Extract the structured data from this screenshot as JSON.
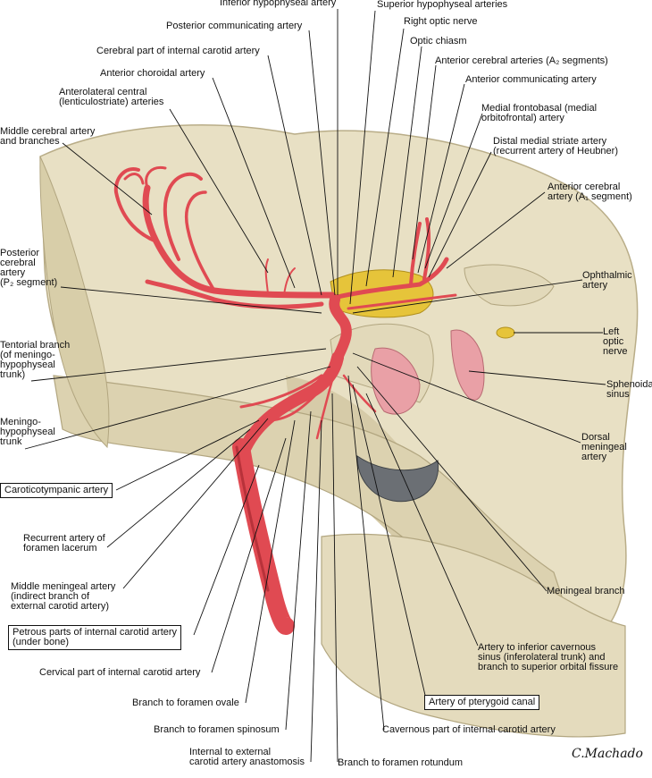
{
  "labels": {
    "inferior_hypophyseal": "Inferior hypophyseal artery",
    "superior_hypophyseal": "Superior hypophyseal arteries",
    "posterior_communicating": "Posterior communicating artery",
    "right_optic_nerve": "Right optic nerve",
    "optic_chiasm": "Optic chiasm",
    "cerebral_part_ica": "Cerebral part of internal carotid artery",
    "anterior_cerebral_a2": "Anterior cerebral arteries (A₂ segments)",
    "anterior_choroidal": "Anterior choroidal artery",
    "anterior_communicating": "Anterior communicating artery",
    "anterolateral_central": [
      "Anterolateral central",
      "(lenticulostriate) arteries"
    ],
    "medial_frontobasal": [
      "Medial frontobasal (medial",
      "orbitofrontal) artery"
    ],
    "middle_cerebral": [
      "Middle cerebral artery",
      "and branches"
    ],
    "distal_medial_striate": [
      "Distal medial striate artery",
      "(recurrent artery of Heubner)"
    ],
    "anterior_cerebral_a1": [
      "Anterior cerebral",
      "artery (A₁ segment)"
    ],
    "posterior_cerebral": [
      "Posterior",
      "cerebral",
      "artery",
      "(P₂ segment)"
    ],
    "ophthalmic": [
      "Ophthalmic",
      "artery"
    ],
    "left_optic_nerve": [
      "Left",
      "optic",
      "nerve"
    ],
    "tentorial_branch": [
      "Tentorial branch",
      "(of meningo-",
      "hypophyseal",
      "trunk)"
    ],
    "sphenoidal_sinus": [
      "Sphenoidal",
      "sinus"
    ],
    "meningohypophyseal": [
      "Meningo-",
      "hypophyseal",
      "trunk"
    ],
    "dorsal_meningeal": [
      "Dorsal",
      "meningeal",
      "artery"
    ],
    "caroticotympanic": "Caroticotympanic artery",
    "recurrent_foramen_lacerum": [
      "Recurrent artery of",
      "foramen lacerum"
    ],
    "meningeal_branch": "Meningeal branch",
    "middle_meningeal": [
      "Middle meningeal artery",
      "(indirect branch of",
      "external carotid artery)"
    ],
    "petrous_parts": [
      "Petrous parts of internal carotid artery",
      "(under bone)"
    ],
    "artery_inferior_cavernous": [
      "Artery to inferior cavernous",
      "sinus (inferolateral trunk) and",
      "branch to superior orbital fissure"
    ],
    "cervical_part": "Cervical part of internal carotid artery",
    "branch_foramen_ovale": "Branch to foramen ovale",
    "artery_pterygoid_canal": "Artery of pterygoid canal",
    "branch_foramen_spinosum": "Branch to foramen spinosum",
    "cavernous_part": "Cavernous part of internal carotid artery",
    "internal_external_anastomosis": [
      "Internal to external",
      "carotid artery anastomosis"
    ],
    "branch_foramen_rotundum": "Branch to foramen rotundum"
  },
  "signature": "C.Machado",
  "colors": {
    "bone": "#e8e0c4",
    "bone_shadow": "#c8bc98",
    "artery": "#e04a52",
    "artery_dark": "#b8323a",
    "optic_yellow": "#e6c43a",
    "sinus_pink": "#e9a0a6",
    "leader": "#111111"
  }
}
